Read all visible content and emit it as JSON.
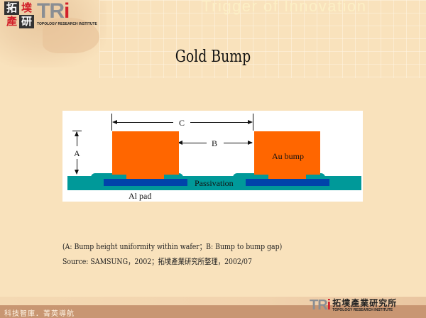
{
  "header": {
    "logo_cn_chars": [
      "拓",
      "墣",
      "產",
      "研"
    ],
    "logo_mark": "TR",
    "logo_mark_i": "i",
    "logo_subtitle": "TOPOLOGY RESEARCH INSTITUTE",
    "tagline": "Trigger of Innovation"
  },
  "slide": {
    "title": "Gold Bump"
  },
  "diagram": {
    "labels": {
      "A": "A",
      "B": "B",
      "C": "C",
      "au_bump": "Au bump",
      "passivation": "Passivation",
      "al_pad": "Al pad"
    },
    "colors": {
      "bump": "#ff6600",
      "passivation": "#009999",
      "pad": "#0044aa",
      "background": "#ffffff"
    }
  },
  "caption": {
    "line1": "(A: Bump height uniformity within wafer；B: Bump to bump gap)",
    "line2": "Source: SAMSUNG，2002；拓墣產業研究所整理，2002/07"
  },
  "footer": {
    "slogan": "科技智庫．菁英導航",
    "logo_mark": "TR",
    "logo_mark_i": "i",
    "logo_cn": "拓墣產業研究所",
    "logo_en": "TOPOLOGY RESEARCH INSTITUTE"
  },
  "theme": {
    "background": "#f9e2bc",
    "footer_bar": "#c89672",
    "accent_red": "#d2202a",
    "logo_gray": "#8a8e93"
  }
}
